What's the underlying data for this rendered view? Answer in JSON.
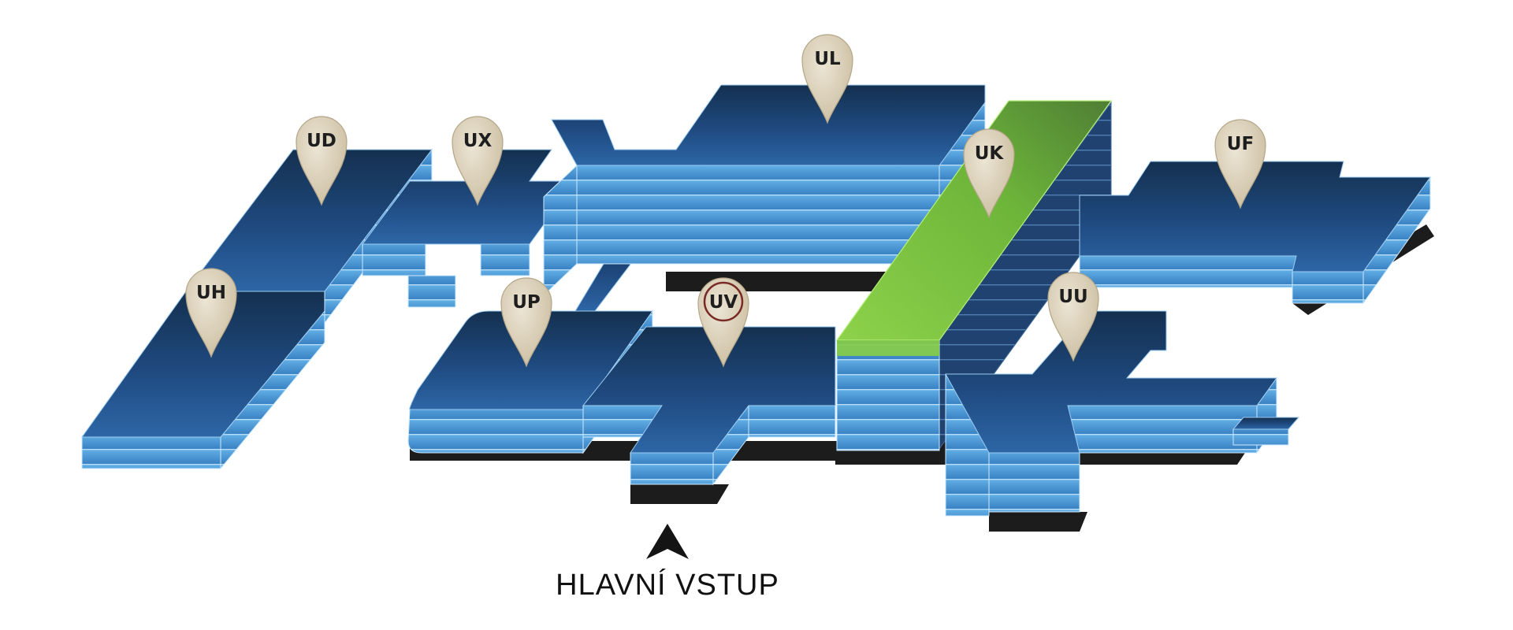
{
  "map": {
    "buildings": [
      {
        "id": "UH",
        "label": "UH",
        "highlighted": false
      },
      {
        "id": "UD",
        "label": "UD",
        "highlighted": false
      },
      {
        "id": "UX",
        "label": "UX",
        "highlighted": false
      },
      {
        "id": "UP",
        "label": "UP",
        "highlighted": false
      },
      {
        "id": "UV",
        "label": "UV",
        "highlighted": false,
        "selected_ring": true
      },
      {
        "id": "UL",
        "label": "UL",
        "highlighted": false
      },
      {
        "id": "UK",
        "label": "UK",
        "highlighted": true
      },
      {
        "id": "UU",
        "label": "UU",
        "highlighted": false
      },
      {
        "id": "UF",
        "label": "UF",
        "highlighted": false
      }
    ],
    "entrance": {
      "label": "HLAVNÍ VSTUP",
      "icon": "arrow-up-icon"
    },
    "colors": {
      "building_top": "#1f4a80",
      "building_side": "#4f99d6",
      "highlight_top": "#7cc63e",
      "highlight_side": "#48a6e0",
      "shadow": "#1c1c1c",
      "pin_fill": "#dcd2bd",
      "pin_ring": "#7a2a24"
    }
  }
}
